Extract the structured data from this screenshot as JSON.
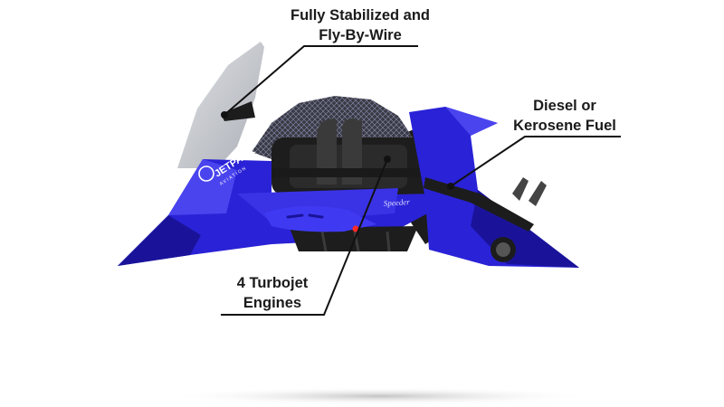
{
  "callouts": {
    "stabilized": {
      "line1": "Fully Stabilized and",
      "line2": "Fly-By-Wire"
    },
    "fuel": {
      "line1": "Diesel or",
      "line2": "Kerosene Fuel"
    },
    "engines": {
      "line1": "4 Turbojet",
      "line2": "Engines"
    }
  },
  "vehicle_branding": {
    "logo_text": "JETPACK",
    "logo_subtext": "AVIATION",
    "side_script": "Speeder"
  },
  "colors": {
    "body_blue": "#2a22d6",
    "body_blue_dark": "#1a139a",
    "body_blue_light": "#4a44ef",
    "frame_black": "#1c1c1c",
    "windshield": "#c9ccd2",
    "leader_line": "#111111",
    "tail_light": "#ff2a2a"
  }
}
